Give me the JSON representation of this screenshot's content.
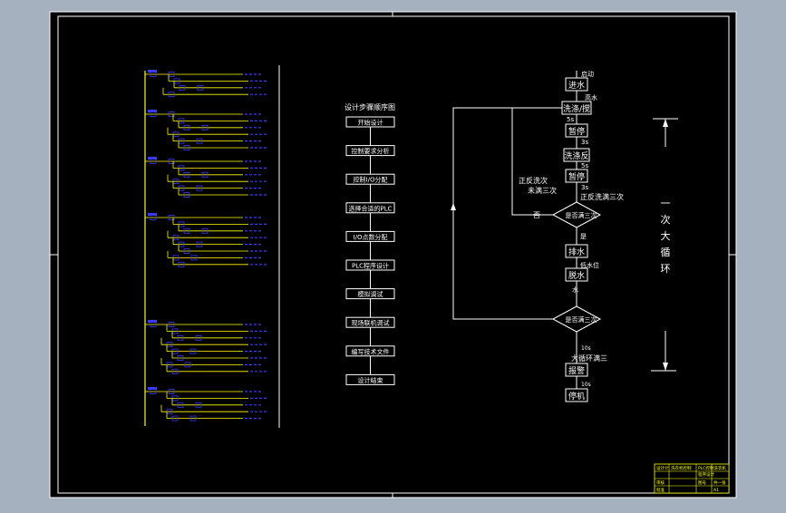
{
  "colors": {
    "window_bg": "#a6b1bf",
    "sheet": "#000000",
    "line": "#ffffff",
    "ladder": "#ffff00",
    "contact": "#3a3aff"
  },
  "design_flow": {
    "title": "设计步骤顺序图",
    "steps": [
      "开始设计",
      "控制要求分析",
      "控制I/O分配",
      "选择合适的PLC",
      "I/O点数分配",
      "PLC程序设计",
      "模拟调试",
      "现场联机调试",
      "编写技术文件",
      "设计结束"
    ]
  },
  "process_flow": {
    "start_label": "启动",
    "boxes": {
      "inlet": "进水",
      "wash": "洗涤/搅",
      "pause": "暂停",
      "reverse": "洗涤反",
      "pause2": "暂停",
      "drain": "排水",
      "dewater": "脱水",
      "alarm": "报警",
      "stop": "停机"
    },
    "edge_labels": {
      "high_level": "高水",
      "t1": "5s",
      "t2": "3s",
      "t3": "5s",
      "t4": "3s",
      "fwd_rev_count": "正反洗满三次",
      "fwd_rev_side": "正反洗次",
      "fwd_rev_side2": "未满三次",
      "no": "否",
      "yes": "是",
      "low_level": "低水位",
      "dry": "水",
      "loop_done": "大循环满三",
      "t10": "10s"
    },
    "decisions": {
      "d1": "是否满三次",
      "d2": "是否满三次"
    },
    "cycle_label": [
      "一",
      "次",
      "大",
      "循",
      "环"
    ]
  },
  "title_block": {
    "cells": [
      "设计计",
      "洗衣机控制",
      "PLC控制洗衣机",
      "程序设计",
      "审核",
      "图号",
      "共一张",
      "批准",
      "A1"
    ]
  }
}
